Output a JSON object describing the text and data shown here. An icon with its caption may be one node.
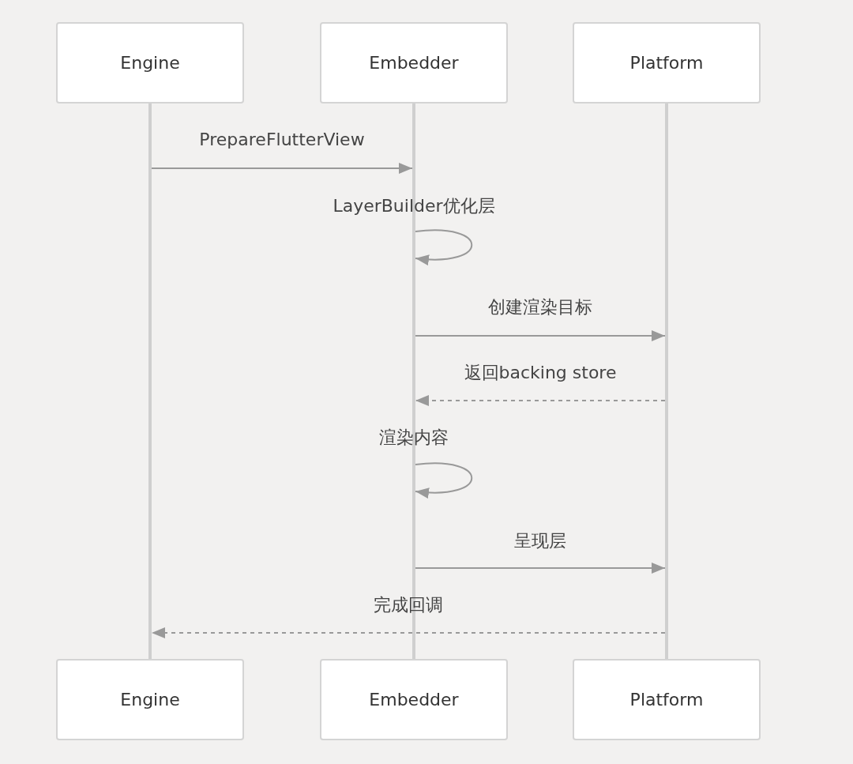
{
  "diagram": {
    "nodes": [
      {
        "text": [
          "Engine"
        ]
      },
      {
        "text": [
          "Embedder"
        ]
      },
      {
        "text": [
          "Platform"
        ]
      },
      {
        "text": [],
        "shape": "bar"
      },
      {
        "text": [],
        "shape": "bar"
      },
      {
        "text": [],
        "shape": "bar"
      },
      {
        "text": [
          "Engine"
        ]
      },
      {
        "text": [
          "Embedder"
        ]
      },
      {
        "text": [
          "Platform"
        ]
      }
    ],
    "edges": [
      {
        "from": 3,
        "to": 4,
        "arrow": "to",
        "label": "PrepareFlutterView"
      },
      {
        "from": 4,
        "to": 4,
        "arrow": "to",
        "label": "LayerBuilder优化层"
      },
      {
        "from": 4,
        "to": 5,
        "arrow": "to",
        "label": "创建渲染目标"
      },
      {
        "from": 5,
        "to": 4,
        "arrow": "to",
        "label": "返回backing store",
        "style": "dashed"
      },
      {
        "from": 4,
        "to": 4,
        "arrow": "to",
        "label": "渲染内容"
      },
      {
        "from": 4,
        "to": 5,
        "arrow": "to",
        "label": "呈现层"
      },
      {
        "from": 5,
        "to": 3,
        "arrow": "to",
        "label": "完成回调",
        "style": "dashed"
      }
    ]
  }
}
